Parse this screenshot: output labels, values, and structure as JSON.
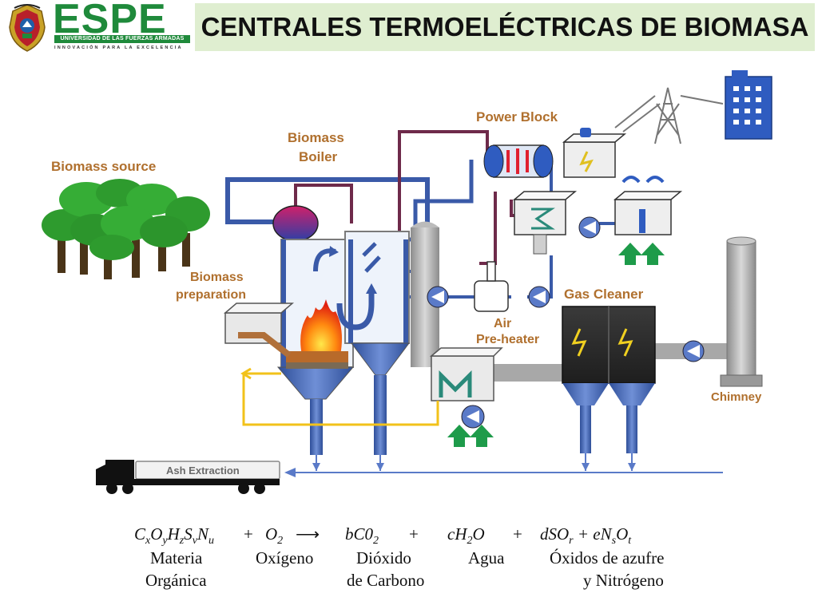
{
  "header": {
    "brand": "ESPE",
    "university": "UNIVERSIDAD DE LAS FUERZAS ARMADAS",
    "tagline": "INNOVACIÓN PARA LA EXCELENCIA",
    "title": "CENTRALES TERMOELÉCTRICAS DE BIOMASA"
  },
  "diagram": {
    "labels": {
      "biomass_source": "Biomass source",
      "biomass_boiler_1": "Biomass",
      "biomass_boiler_2": "Boiler",
      "power_block": "Power Block",
      "biomass_prep_1": "Biomass",
      "biomass_prep_2": "preparation",
      "gas_cleaner": "Gas Cleaner",
      "air_1": "Air",
      "air_2": "Pre-heater",
      "chimney": "Chimney",
      "ash_extraction": "Ash Extraction"
    },
    "colors": {
      "pipe_blue": "#3a5aa8",
      "pipe_purple": "#6e2a4a",
      "pipe_yellow": "#f2c21a",
      "label": "#b0702e",
      "gas_cleaner": "#2f2f2f",
      "tree": "#2e9b2e"
    }
  },
  "equation": {
    "reactant_1": "CxOyHzSvNu",
    "plus_1": "+",
    "reactant_2": "O2",
    "arrow": "⟶",
    "product_1": "bC02",
    "plus_2": "+",
    "product_2": "cH2O",
    "plus_3": "+",
    "product_3": "dSOr + eNsOt",
    "caption_1a": "Materia",
    "caption_1b": "Orgánica",
    "caption_2": "Oxígeno",
    "caption_3a": "Dióxido",
    "caption_3b": "de Carbono",
    "caption_4": "Agua",
    "caption_5a": "Óxidos de azufre",
    "caption_5b": "y Nitrógeno"
  }
}
